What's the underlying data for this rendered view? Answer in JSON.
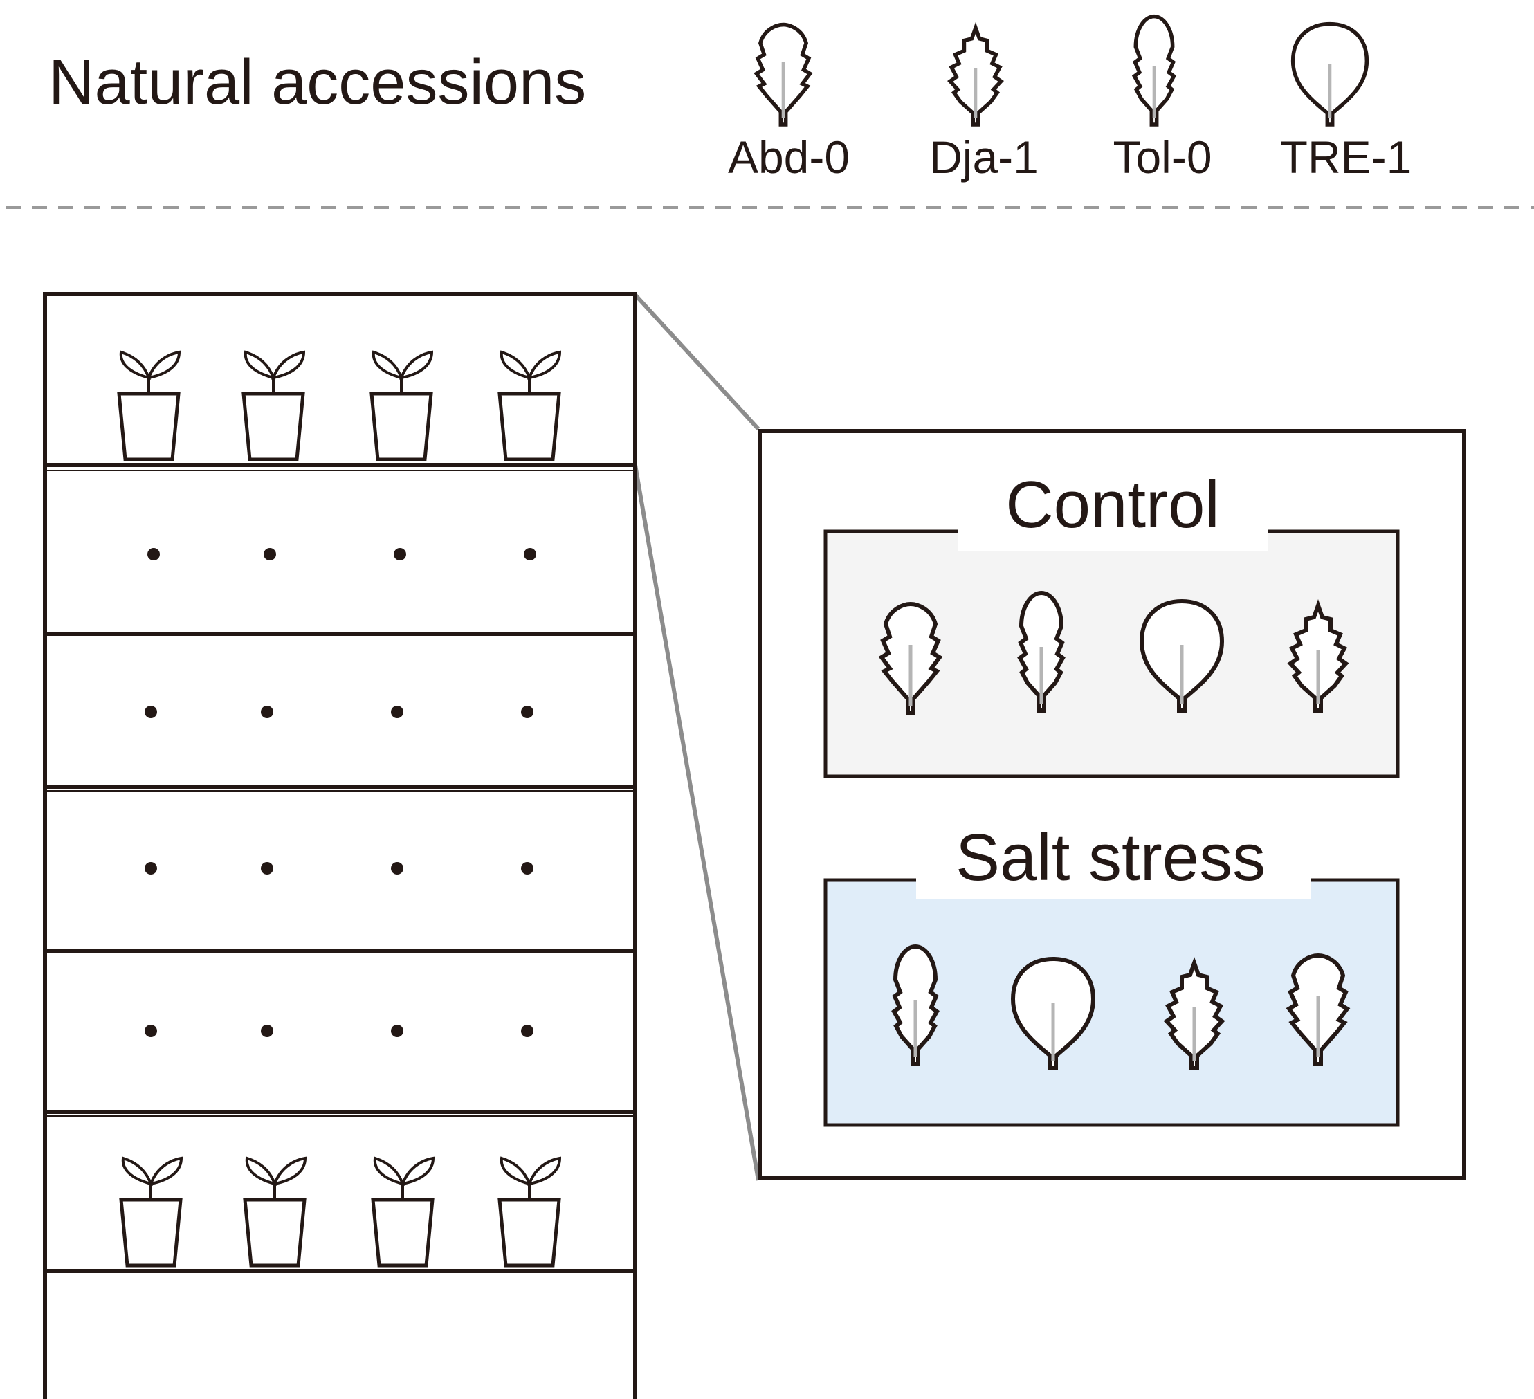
{
  "title": "Natural accessions",
  "accessions": [
    {
      "label": "Abd-0",
      "leaf": "serrated-oval-leaf"
    },
    {
      "label": "Dja-1",
      "leaf": "serrated-pointed-leaf"
    },
    {
      "label": "Tol-0",
      "leaf": "narrow-serrated-leaf"
    },
    {
      "label": "TRE-1",
      "leaf": "round-smooth-leaf"
    }
  ],
  "zoom": {
    "control": {
      "label": "Control",
      "fill_color": "#f4f4f4",
      "leaves": [
        "serrated-oval-leaf",
        "narrow-serrated-leaf",
        "round-smooth-leaf",
        "serrated-pointed-leaf"
      ]
    },
    "salt": {
      "label": "Salt stress",
      "fill_color": "#e0edf9",
      "leaves": [
        "narrow-serrated-leaf",
        "round-smooth-leaf",
        "serrated-pointed-leaf",
        "serrated-oval-leaf"
      ]
    }
  },
  "shelf": {
    "pots_per_row": 4,
    "dots_per_row": 4,
    "dot_rows": 4
  },
  "colors": {
    "line": "#231815",
    "vein": "#b5b5b5",
    "connector": "#8c8c8c",
    "divider": "#9a9a9a"
  }
}
